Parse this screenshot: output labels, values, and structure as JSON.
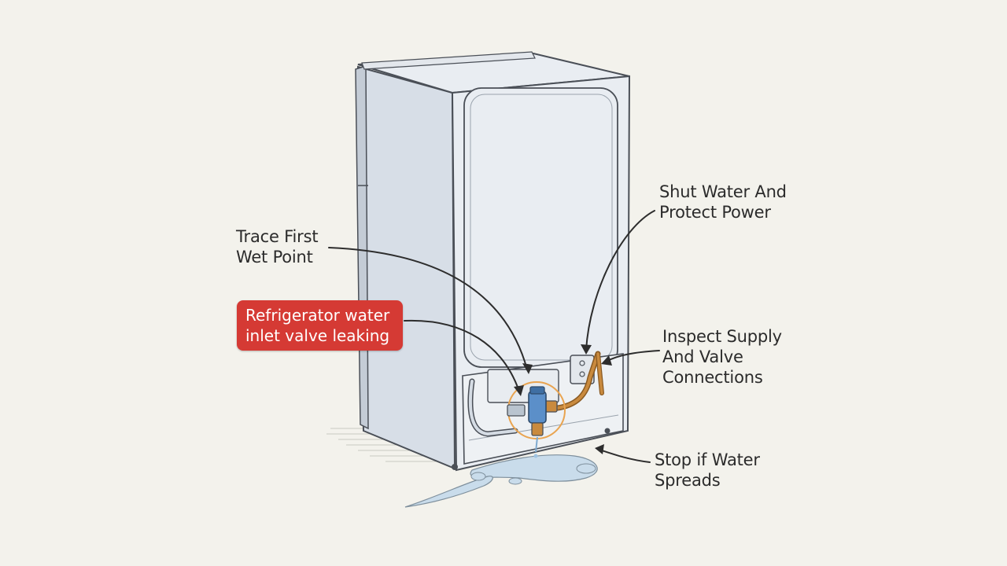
{
  "diagram": {
    "callout_main": "Refrigerator water\ninlet valve leaking",
    "labels": {
      "trace": "Trace First\nWet Point",
      "shut": "Shut Water And\nProtect Power",
      "inspect": "Inspect Supply\nAnd Valve\nConnections",
      "stop": "Stop if Water\nSpreads"
    },
    "colors": {
      "callout_bg": "#d53a34",
      "fridge_body": "#d7dee7",
      "fridge_panel": "#e9edf2",
      "outline": "#4a4f57",
      "water": "#c9dceb",
      "valve": "#5b8fc9",
      "copper": "#c98a3e",
      "highlight_ring": "#e9a450"
    }
  }
}
